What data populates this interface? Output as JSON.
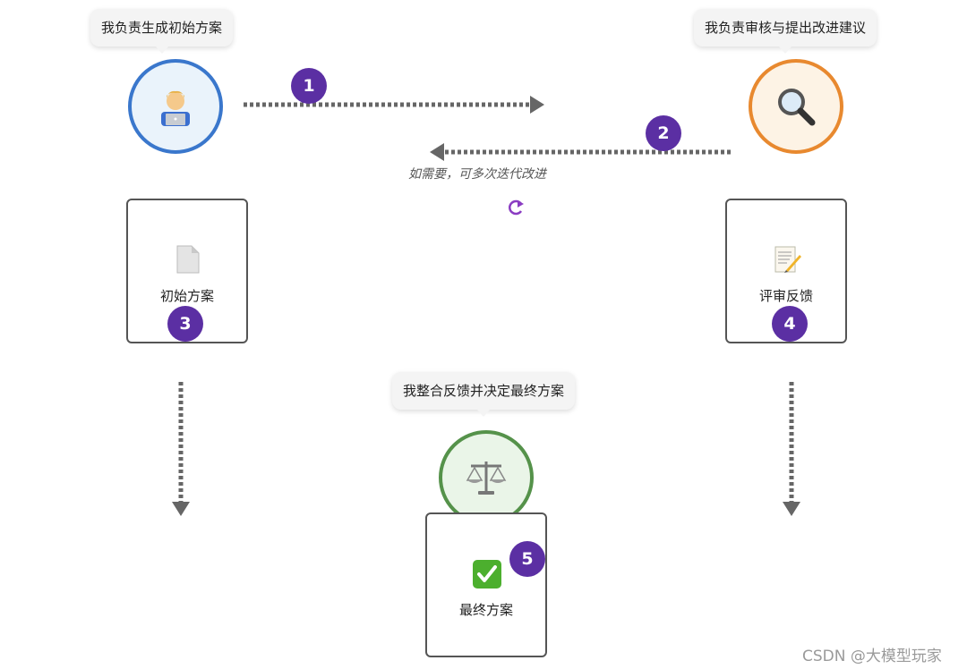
{
  "bubbles": {
    "drafter": "我负责生成初始方案",
    "reviewer": "我负责审核与提出改进建议",
    "judge": "我整合反馈并决定最终方案"
  },
  "cards": {
    "draft": {
      "label": "初始方案",
      "step": "3",
      "icon": "document-icon"
    },
    "feedback": {
      "label": "评审反馈",
      "step": "4",
      "icon": "memo-pencil-icon"
    },
    "final": {
      "label": "最终方案",
      "step": "5",
      "icon": "check-mark-icon"
    }
  },
  "arrows": {
    "forward_step": "1",
    "backward_step": "2",
    "iteration_note": "如需要，可多次迭代改进"
  },
  "icons": {
    "drafter": "technologist-laptop-icon",
    "reviewer": "magnifying-glass-icon",
    "judge": "balance-scale-icon",
    "iteration": "refresh-loop-icon"
  },
  "colors": {
    "drafter_ring": "#3a77cc",
    "reviewer_ring": "#e8892f",
    "judge_ring": "#55924a",
    "badge": "#5b2fa3",
    "arrow": "#666666"
  },
  "watermark": "CSDN @大模型玩家"
}
